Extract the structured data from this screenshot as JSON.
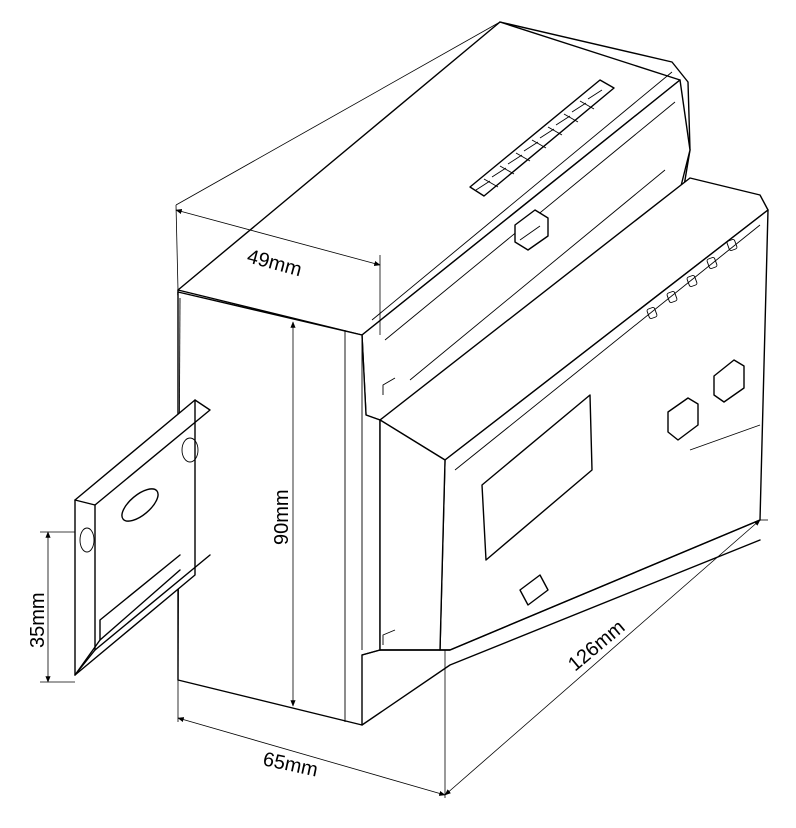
{
  "dimensions": {
    "top_depth": "49mm",
    "height": "90mm",
    "rail_height": "35mm",
    "side_width": "65mm",
    "length": "126mm"
  }
}
